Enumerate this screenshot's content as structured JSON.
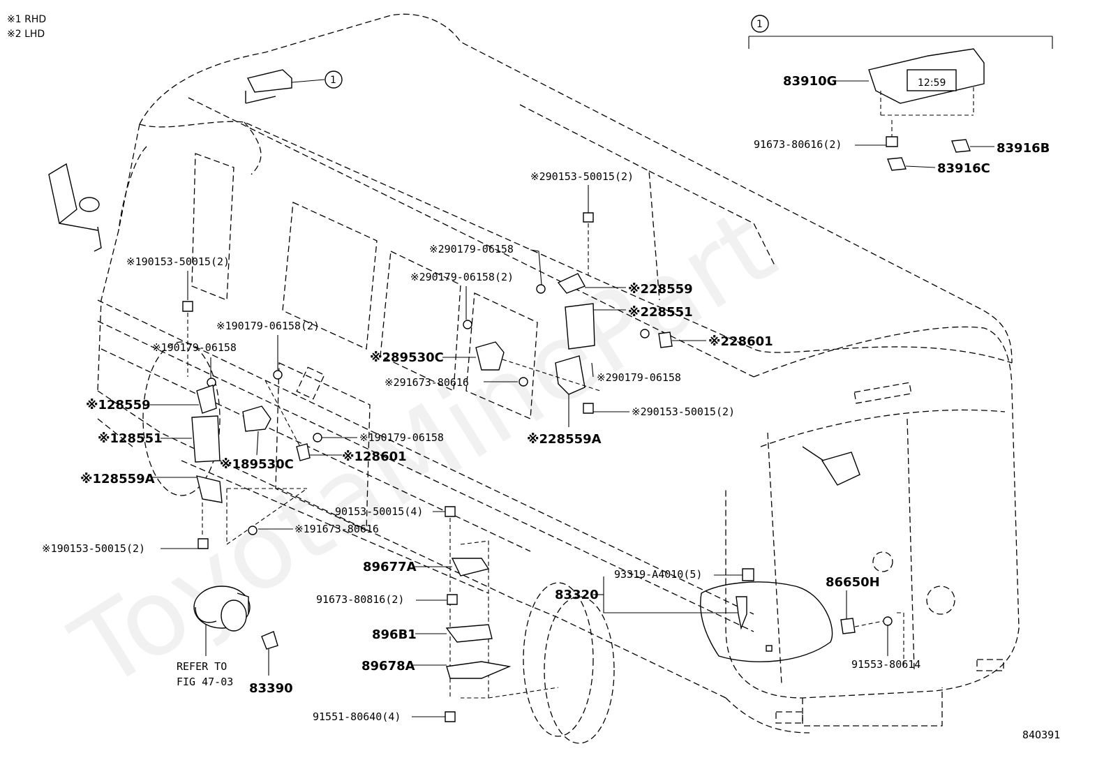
{
  "notes": {
    "rhd": "※1 RHD",
    "lhd": "※2 LHD"
  },
  "detail_marker": "1",
  "watermark": "ToyotaMinePart",
  "diagram_code": "84O391",
  "labels": {
    "p83910G": "83910G",
    "p91673_80616_2_top": "91673-80616(2)",
    "p83916B": "83916B",
    "p83916C": "83916C",
    "x2_90153_50015_2_top": "※290153-50015(2)",
    "x2_90179_06158_a": "※290179-06158",
    "x2_90179_06158_2": "※290179-06158(2)",
    "x2_28559": "※228559",
    "x2_28551": "※228551",
    "x2_28601": "※228601",
    "x2_89530C": "※289530C",
    "x2_91673_80616": "※291673-80616",
    "x2_90179_06158_b": "※290179-06158",
    "x2_90153_50015_2_bottom": "※290153-50015(2)",
    "x2_28559A": "※228559A",
    "x1_90153_50015_2_top": "※190153-50015(2)",
    "x1_90179_06158_2": "※190179-06158(2)",
    "x1_90179_06158_a": "※190179-06158",
    "x1_28559": "※128559",
    "x1_28551": "※128551",
    "x1_89530C": "※189530C",
    "x1_90179_06158_b": "※190179-06158",
    "x1_28601": "※128601",
    "x1_28559A": "※128559A",
    "p90153_50015_4": "90153-50015(4)",
    "x1_91673_80616": "※191673-80616",
    "x1_90153_50015_2_bottom": "※190153-50015(2)",
    "p89677A": "89677A",
    "p91673_80816_2": "91673-80816(2)",
    "p896B1": "896B1",
    "p89678A": "89678A",
    "p91551_80640_4": "91551-80640(4)",
    "refer_line1": "REFER TO",
    "refer_line2": "FIG 47-03",
    "p83390": "83390",
    "p93319_A4010_5": "93319-A4010(5)",
    "p83320": "83320",
    "p86650H": "86650H",
    "p91553_80614": "91553-80614"
  }
}
